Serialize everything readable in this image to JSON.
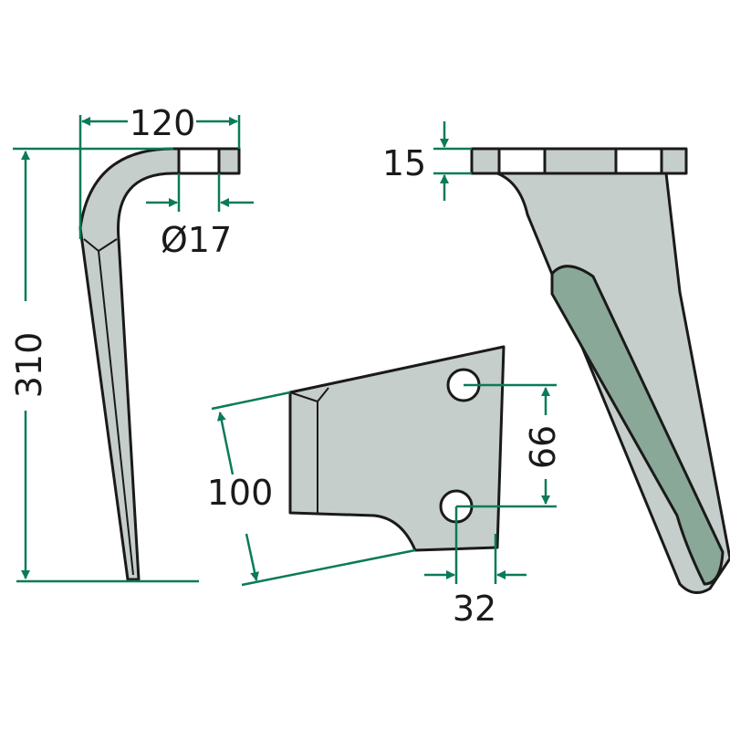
{
  "colors": {
    "dimension": "#0a7a5a",
    "part_fill": "#c5ceca",
    "slot_fill": "#8aa898",
    "outline": "#1a1a1a"
  },
  "dimensions": {
    "width_top": "120",
    "hole_diameter": "Ø17",
    "total_height": "310",
    "plate_thickness": "15",
    "blade_width": "100",
    "hole_spacing": "66",
    "hole_offset": "32"
  }
}
